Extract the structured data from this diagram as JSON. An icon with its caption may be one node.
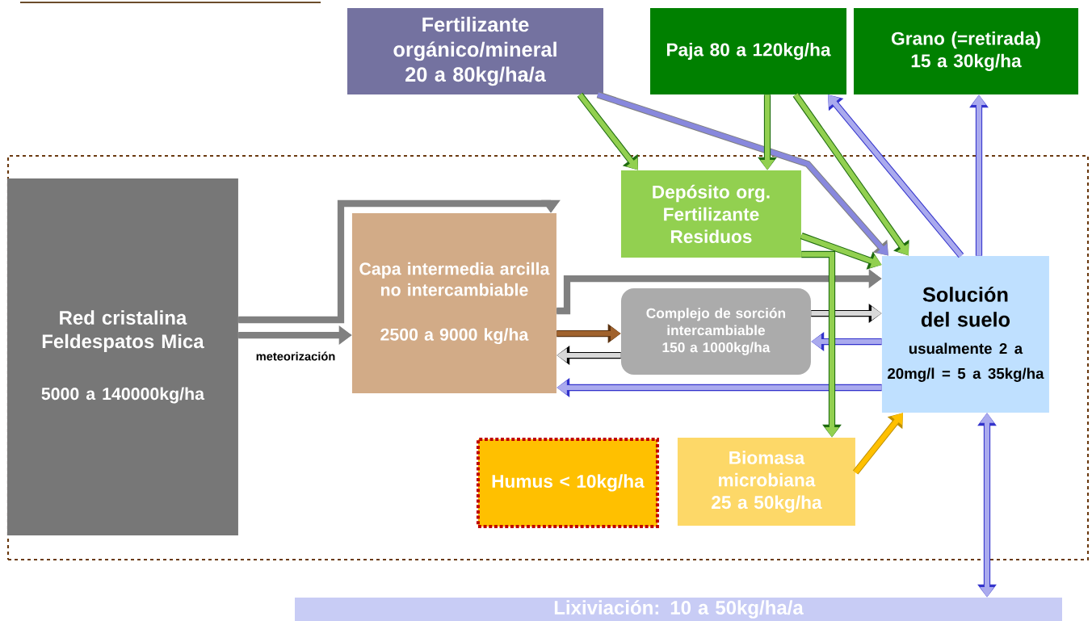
{
  "diagram": {
    "nodes": [
      {
        "text": [
          "Fertilizante orgánico/mineral 20 a 80kg/ha/a"
        ]
      },
      {
        "text": [
          "Paja 80 a 120kg/ha"
        ]
      },
      {
        "text": [
          "Grano (=retirada) 15 a 30kg/ha"
        ]
      },
      {
        "text": [],
        "shape": "box"
      },
      {
        "text": [
          "Red cristalina Feldespatos Mica",
          "5000 a 140000kg/ha"
        ],
        "in": 3
      },
      {
        "text": [
          "Capa intermedia arcilla no intercambiable",
          "2500 a 9000 kg/ha"
        ],
        "in": 3
      },
      {
        "text": [
          "Depósito org. Fertilizante Residuos"
        ],
        "in": 3
      },
      {
        "text": [
          "Complejo de sorción intercambiable 150 a 1000kg/ha"
        ],
        "in": 3
      },
      {
        "text": [
          "Solución del suelo",
          "usualmente 2 a 20mg/l = 5 a 35kg/ha"
        ],
        "in": 3
      },
      {
        "text": [
          "Humus < 10kg/ha"
        ],
        "in": 3
      },
      {
        "text": [
          "Biomasa microbiana 25 a 50kg/ha"
        ],
        "in": 3
      },
      {
        "text": [
          "Lixiviación: 10 a 50kg/ha/a"
        ]
      }
    ],
    "edges": [
      {
        "from": 4,
        "to": 5,
        "arrow": "to",
        "label": "meteorización",
        "color": "#808080"
      },
      {
        "from": 4,
        "to": 5,
        "arrow": "to",
        "color": "#808080"
      },
      {
        "from": 5,
        "to": 8,
        "arrow": "to",
        "color": "#808080"
      },
      {
        "from": 5,
        "to": 7,
        "arrow": "to",
        "color": "#a0622d"
      },
      {
        "from": 7,
        "to": 5,
        "arrow": "to",
        "color": "#d9d9d9"
      },
      {
        "from": 8,
        "to": 5,
        "arrow": "to"
      },
      {
        "from": 7,
        "to": 8,
        "arrow": "to",
        "color": "#d9d9d9"
      },
      {
        "from": 8,
        "to": 7,
        "arrow": "to"
      },
      {
        "from": 0,
        "to": 6,
        "arrow": "to",
        "color": "#92d050"
      },
      {
        "from": 0,
        "to": 8,
        "arrow": "to",
        "color": "#8888dd"
      },
      {
        "from": 1,
        "to": 6,
        "arrow": "to",
        "color": "#92d050"
      },
      {
        "from": 1,
        "to": 8,
        "arrow": "to",
        "color": "#92d050"
      },
      {
        "from": 8,
        "to": 1,
        "arrow": "to"
      },
      {
        "from": 8,
        "to": 2,
        "arrow": "to"
      },
      {
        "from": 6,
        "to": 8,
        "arrow": "to",
        "color": "#92d050"
      },
      {
        "from": 6,
        "to": 10,
        "arrow": "to",
        "color": "#92d050"
      },
      {
        "from": 10,
        "to": 8,
        "arrow": "to",
        "color": "#ffc000"
      },
      {
        "from": 8,
        "to": 11,
        "arrow": "both"
      }
    ]
  }
}
